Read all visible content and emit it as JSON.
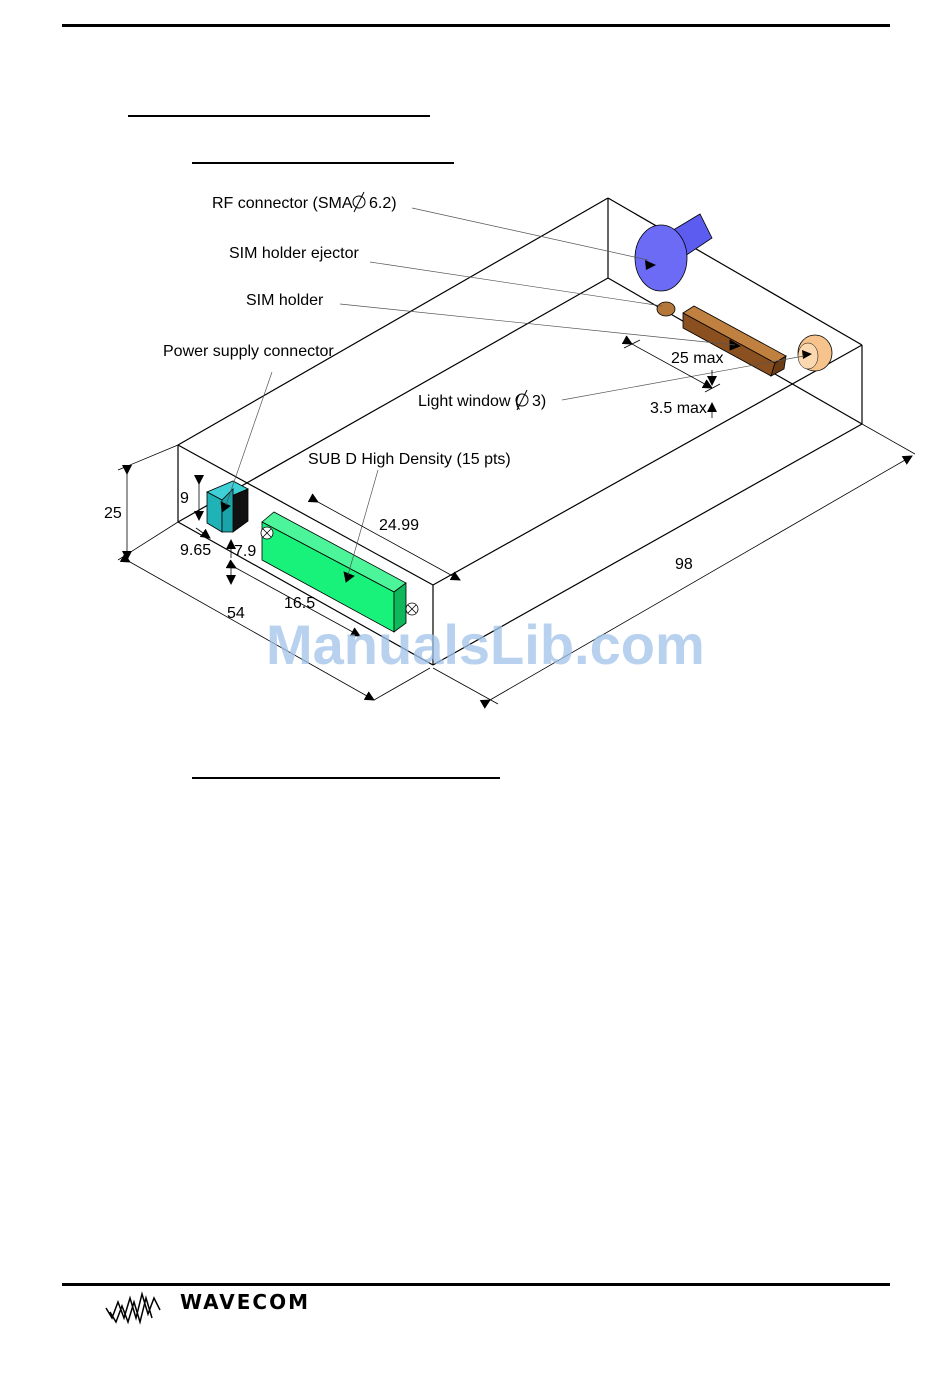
{
  "labels": {
    "rf_connector": "RF connector (SMA",
    "rf_connector_size": "6.2)",
    "sim_holder_ejector": "SIM holder ejector",
    "sim_holder": "SIM holder",
    "power_supply_connector": "Power supply connector",
    "light_window": "Light window (",
    "light_window_size": "3)",
    "sub_d": "SUB D High Density (15 pts)"
  },
  "dimensions": {
    "sim_length": "25 max",
    "sim_height": "3.5 max",
    "height": "25",
    "power_height": "9",
    "power_offset": "9.65",
    "power_width": "7.9",
    "subd_length": "24.99",
    "subd_offset": "16.5",
    "width": "54",
    "length": "98"
  },
  "watermark": "ManualsLib.com",
  "logo_text": "WAVECOM",
  "colors": {
    "rf_connector": "#6b6bf5",
    "sim_holder": "#a0632b",
    "power_connector": "#1fb3b8",
    "subd_connector": "#19f27a",
    "light_window": "#f7c38c",
    "watermark": "#9fc2ea"
  }
}
